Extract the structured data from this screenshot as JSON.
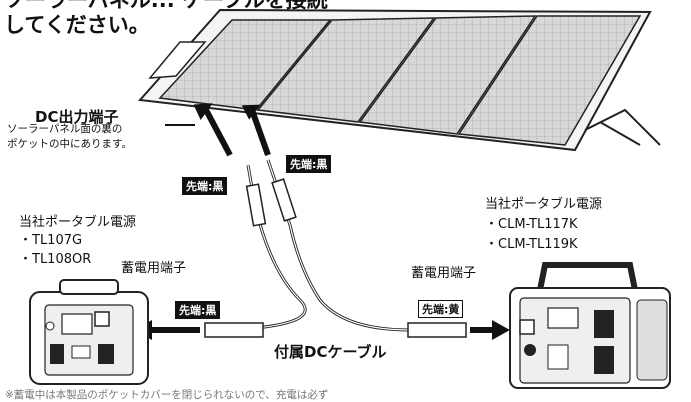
{
  "heading": {
    "line1": "ソーラーパネル... ケーブルを接続",
    "line2": "してください。"
  },
  "dc_output": {
    "title": "DC出力端子",
    "note_line1": "ソーラーパネル面の裏の",
    "note_line2": "ポケットの中にあります。"
  },
  "tags": {
    "tip_black_upper_right": "先端:黒",
    "tip_black_upper_left": "先端:黒",
    "tip_black_lower": "先端:黒",
    "tip_yellow": "先端:黄"
  },
  "left_unit": {
    "title": "当社ポータブル電源",
    "models": [
      "・TL107G",
      "・TL108OR"
    ],
    "terminal": "蓄電用端子"
  },
  "right_unit": {
    "title": "当社ポータブル電源",
    "models": [
      "・CLM-TL117K",
      "・CLM-TL119K"
    ],
    "terminal": "蓄電用端子"
  },
  "cable_label": "付属DCケーブル",
  "footnote": "※蓄電中は本製品のポケットカバーを閉じられないので、充電は必ず"
}
